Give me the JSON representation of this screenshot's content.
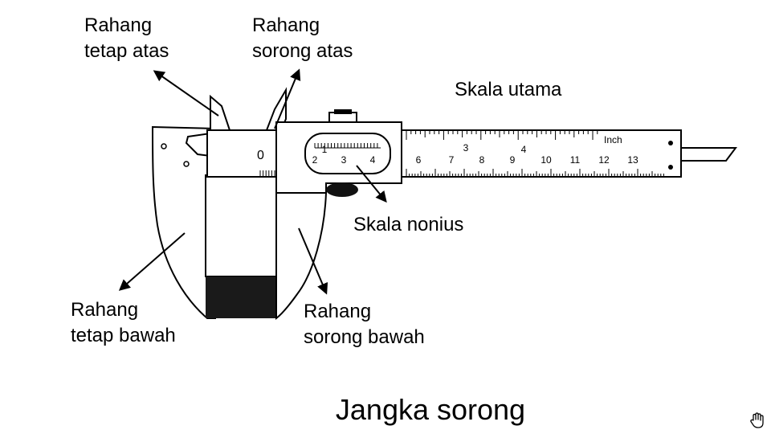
{
  "labels": {
    "fixed_upper_jaw": [
      "Rahang",
      "tetap atas"
    ],
    "sliding_upper_jaw": [
      "Rahang",
      "sorong atas"
    ],
    "main_scale": "Skala utama",
    "vernier_scale": "Skala nonius",
    "fixed_lower_jaw": [
      "Rahang",
      "tetap bawah"
    ],
    "sliding_lower_jaw": [
      "Rahang",
      "sorong bawah"
    ]
  },
  "title": "Jangka sorong",
  "main_scale": {
    "unit_label": "Inch",
    "cm_numbers": [
      "6",
      "7",
      "8",
      "9",
      "10",
      "11",
      "12",
      "13"
    ],
    "inch_numbers": [
      "3",
      "4"
    ],
    "zero": "0"
  },
  "vernier": {
    "numbers": [
      "1",
      "2",
      "3",
      "4"
    ]
  },
  "icons": {
    "corner": "hand-cursor-icon"
  }
}
